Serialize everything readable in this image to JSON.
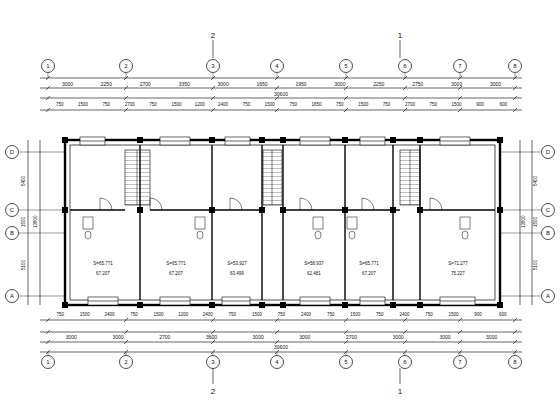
{
  "diagram": {
    "labels": [
      "2",
      "1",
      "1",
      "2",
      "3",
      "4",
      "5",
      "6",
      "7",
      "8",
      "3000",
      "2250",
      "2700",
      "3350",
      "3000",
      "1650",
      "1950",
      "3000",
      "2250",
      "2750",
      "3000",
      "3000",
      "30600",
      "750",
      "1500",
      "750",
      "2700",
      "750",
      "1500",
      "1200",
      "2400",
      "750",
      "1500",
      "750",
      "1650",
      "750",
      "1500",
      "750",
      "2700",
      "750",
      "1500",
      "900",
      "600",
      "D",
      "C",
      "B",
      "A",
      "5400",
      "1500",
      "5100",
      "13800",
      "D",
      "C",
      "B",
      "A",
      "5400",
      "1500",
      "5100",
      "13800",
      "S=65.771",
      "67.207",
      "S=65.771",
      "67.207",
      "S=53.927",
      "63.499",
      "S=58.937",
      "62.481",
      "S=65.771",
      "67.207",
      "S=71.277",
      "75.227",
      "750",
      "1500",
      "2400",
      "750",
      "1500",
      "1200",
      "2400",
      "750",
      "1500",
      "750",
      "2400",
      "750",
      "1500",
      "750",
      "2400",
      "750",
      "1500",
      "900",
      "600",
      "3000",
      "3000",
      "2700",
      "3600",
      "3000",
      "3000",
      "2700",
      "3000",
      "3000",
      "3000",
      "30600",
      "1",
      "2",
      "3",
      "4",
      "5",
      "6",
      "7",
      "8",
      "2",
      "1"
    ]
  }
}
